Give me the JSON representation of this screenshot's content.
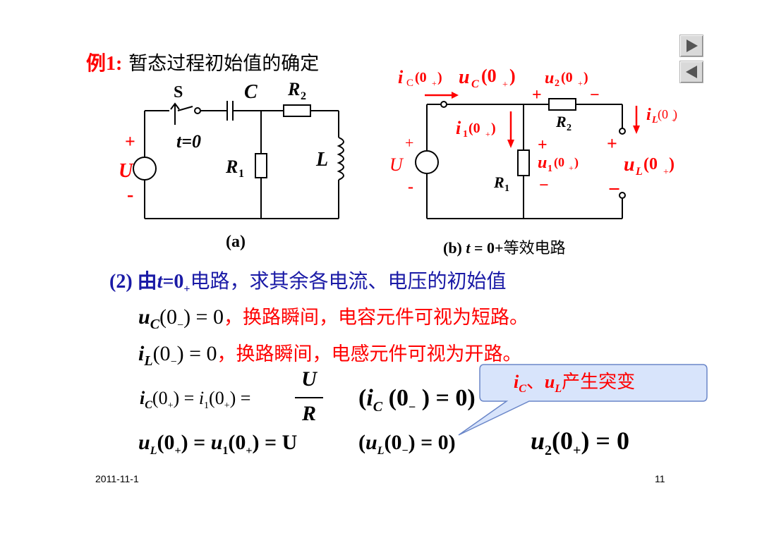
{
  "slide": {
    "title_prefix": "例1:",
    "title_text": "暂态过程初始值的确定",
    "date": "2011-11-1",
    "page_number": "11"
  },
  "nav": {
    "next_icon": "play-right-icon",
    "prev_icon": "play-left-icon"
  },
  "circuit_a": {
    "switch_label": "S",
    "t0_label": "t=0",
    "c_label": "C",
    "r2_label": "R",
    "r2_sub": "2",
    "r1_label": "R",
    "r1_sub": "1",
    "l_label": "L",
    "u_label": "U",
    "plus": "+",
    "minus": "-",
    "caption": "(a)"
  },
  "circuit_b": {
    "ic_label": "i",
    "ic_sub": "C",
    "ic_arg": "(0",
    "ic_arg_sub": "+",
    "ic_arg_close": ")",
    "uc_label": "u",
    "uc_sub": "C",
    "uc_arg": "(0",
    "uc_arg_sub": "+",
    "uc_arg_close": ")",
    "u2_label": "u",
    "u2_sub": "2",
    "u2_arg": "(0",
    "u2_arg_sub": "+",
    "u2_arg_close": ")",
    "r2_label": "R",
    "r2_sub": "2",
    "il_label": "i",
    "il_sub": "L",
    "il_arg": "(0",
    "il_arg_sub": "+",
    "il_arg_close": " )",
    "i1_label": "i",
    "i1_sub": "1",
    "i1_arg": "(0",
    "i1_arg_sub": "+",
    "i1_arg_close": ")",
    "u1_label": "u",
    "u1_sub": "1",
    "u1_arg": "(0",
    "u1_arg_sub": "+",
    "u1_arg_close": ")",
    "ul_label": "u",
    "ul_sub": "L",
    "ul_arg": "(0",
    "ul_arg_sub": "+",
    "ul_arg_close": ")",
    "r1_label": "R",
    "r1_sub": "1",
    "u_label": "U",
    "plus": "+",
    "minus": "-",
    "minus_long": "−",
    "caption_prefix": "(b) ",
    "caption_t": "t",
    "caption_eq": " = 0+",
    "caption_suffix": "等效电路"
  },
  "body": {
    "step_prefix": "(2) 由",
    "step_t": "t",
    "step_eq": "=0",
    "step_sub": "+",
    "step_rest": "电路，求其余各电流、电压的初始值",
    "line1_u": "u",
    "line1_sub": "C",
    "line1_eq": "(0",
    "line1_eq_sub": "−",
    "line1_eq_end": ") = 0",
    "line1_text": "，换路瞬间，电容元件可视为短路。",
    "line2_i": "i",
    "line2_sub": "L",
    "line2_eq": "(0",
    "line2_eq_sub": "−",
    "line2_eq_end": ") = 0",
    "line2_text": "，换路瞬间，电感元件可视为开路。",
    "line3_ic": "i",
    "line3_ic_sub": "C",
    "line3_a": "(0",
    "line3_a_sub": "+",
    "line3_b": ") = ",
    "line3_i1": "i",
    "line3_i1_sub": "1",
    "line3_c": "(0",
    "line3_c_sub": "+",
    "line3_d": ") =",
    "line3_num": "U",
    "line3_den": "R",
    "line3_paren_open": "(",
    "line3_paren_i": "i",
    "line3_paren_sub": "C",
    "line3_paren_arg": " (0",
    "line3_paren_arg_sub": "−",
    "line3_paren_end": " ) = 0)",
    "line4_ul": "u",
    "line4_ul_sub": "L",
    "line4_a": "(0",
    "line4_a_sub": "+",
    "line4_b": ") = ",
    "line4_u1": "u",
    "line4_u1_sub": "1",
    "line4_c": "(0",
    "line4_c_sub": "+",
    "line4_d": ") = U",
    "line4_paren_open": "(",
    "line4_paren_u": "u",
    "line4_paren_sub": "L",
    "line4_paren_arg": "(0",
    "line4_paren_arg_sub": "−",
    "line4_paren_end": ") = 0)",
    "line4_u2": "u",
    "line4_u2_sub": "2",
    "line4_u2_arg": "(0",
    "line4_u2_arg_sub": "+",
    "line4_u2_end": ") = 0"
  },
  "callout": {
    "ic": "i",
    "ic_sub": "C",
    "sep": "、",
    "ul": "u",
    "ul_sub": "L",
    "text": "产生突变"
  },
  "colors": {
    "title_red": "#ff0000",
    "body_blue": "#1a1aa6",
    "callout_fill": "#d8e4fb"
  }
}
